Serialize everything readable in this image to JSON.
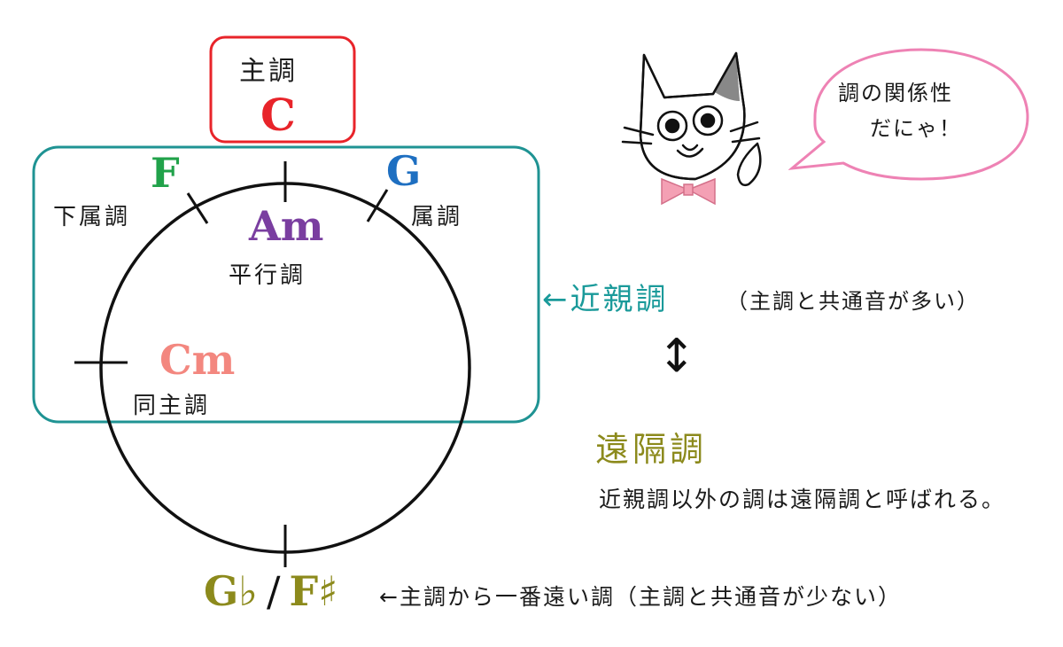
{
  "tonic": {
    "title": "主調",
    "key": "C",
    "key_color": "#e8242a"
  },
  "keys": {
    "subdominant": {
      "key": "F",
      "label": "下属調",
      "color": "#21a24a"
    },
    "dominant": {
      "key": "G",
      "label": "属調",
      "color": "#1e6fc1"
    },
    "relative": {
      "key": "Am",
      "label": "平行調",
      "color": "#7a3ea0"
    },
    "parallel": {
      "key": "Cm",
      "label": "同主調",
      "color": "#f3877f"
    },
    "farthest": {
      "key_a": "G♭",
      "slash": "/",
      "key_b": "F♯",
      "color": "#8c8a1c"
    }
  },
  "farthest_note": "←主調から一番遠い調（主調と共通音が少ない）",
  "close_keys": {
    "label": "←近親調",
    "note": "（主調と共通音が多い）",
    "color": "#1a9a9a"
  },
  "arrow_symbol": "↕",
  "distant_keys": {
    "label": "遠隔調",
    "color": "#8c8a1c",
    "note": "近親調以外の調は遠隔調と呼ばれる。"
  },
  "speech_bubble": {
    "line1": "調の関係性",
    "line2": "だにゃ！",
    "border_color": "#ee82b4"
  },
  "colors": {
    "tonic_box": "#e8242a",
    "close_box": "#1f9393",
    "bow_tie": "#f4a0b4",
    "ear_patch": "#888888"
  }
}
